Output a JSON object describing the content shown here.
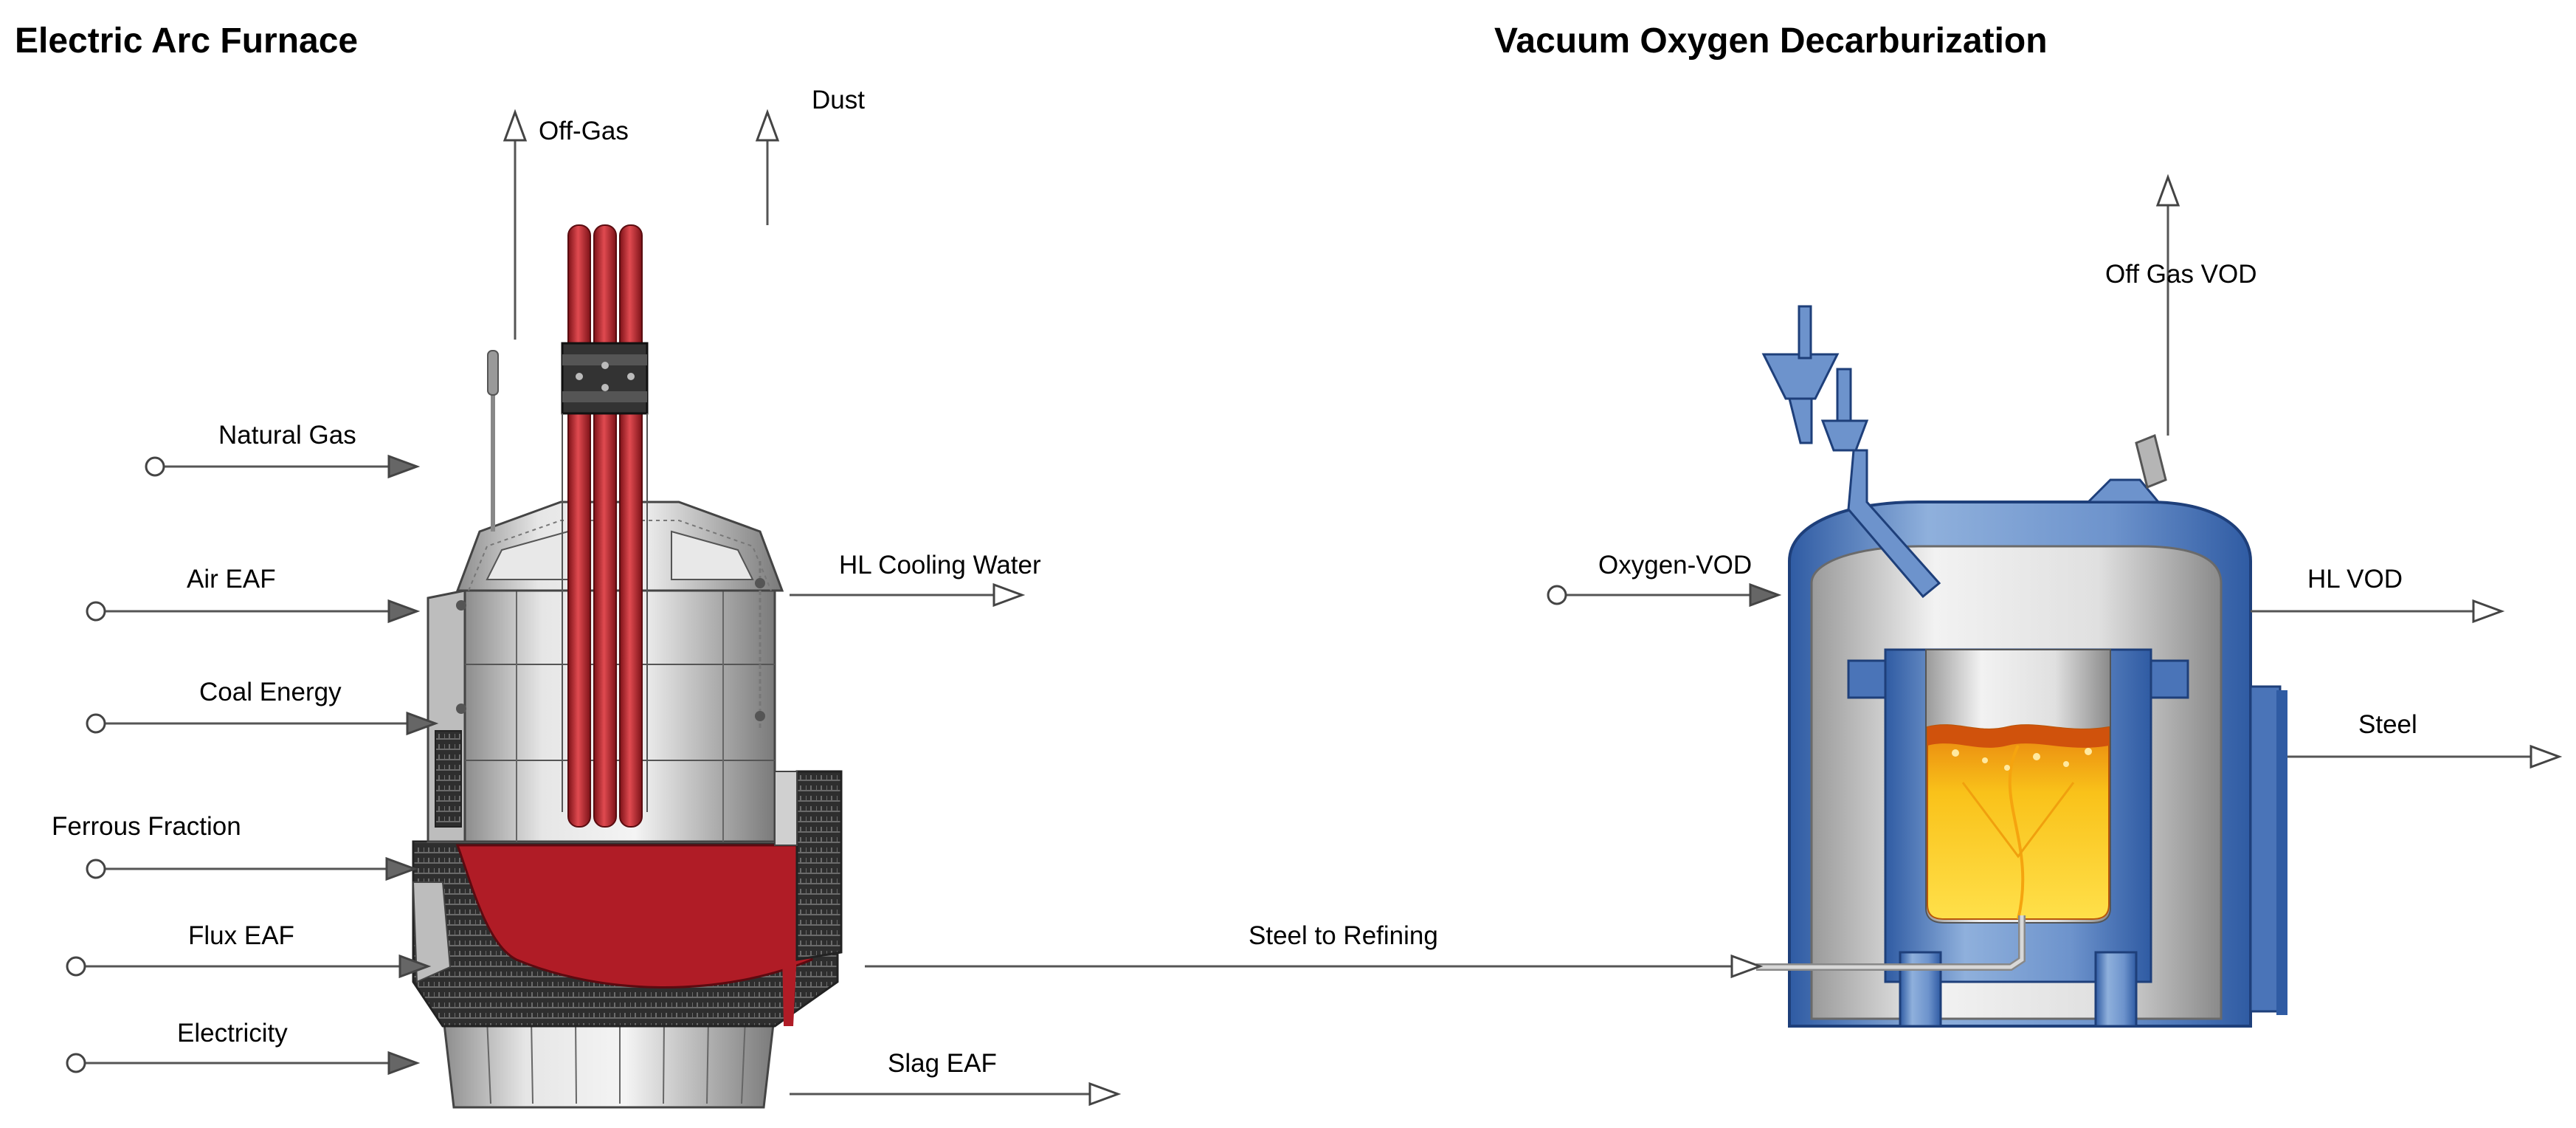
{
  "titles": {
    "eaf": "Electric Arc Furnace",
    "vod": "Vacuum Oxygen Decarburization"
  },
  "streams": {
    "off_gas": "Off-Gas",
    "dust": "Dust",
    "natural_gas": "Natural Gas",
    "air_eaf": "Air EAF",
    "coal_energy": "Coal Energy",
    "ferrous_fraction": "Ferrous Fraction",
    "flux_eaf": "Flux EAF",
    "electricity": "Electricity",
    "hl_cooling_water": "HL Cooling Water",
    "slag_eaf": "Slag EAF",
    "steel_to_refining": "Steel to Refining",
    "oxygen_vod": "Oxygen-VOD",
    "off_gas_vod": "Off Gas VOD",
    "hl_vod": "HL VOD",
    "steel": "Steel"
  },
  "colors": {
    "furnace_gray": "#c8c8c8",
    "electrode_red": "#c0282e",
    "melt_red": "#b01c26",
    "refractory": "#3a3a3a",
    "vessel_blue": "#4a74b8",
    "vessel_light": "#8fb0dc",
    "molten_steel": "#f6b81a"
  }
}
